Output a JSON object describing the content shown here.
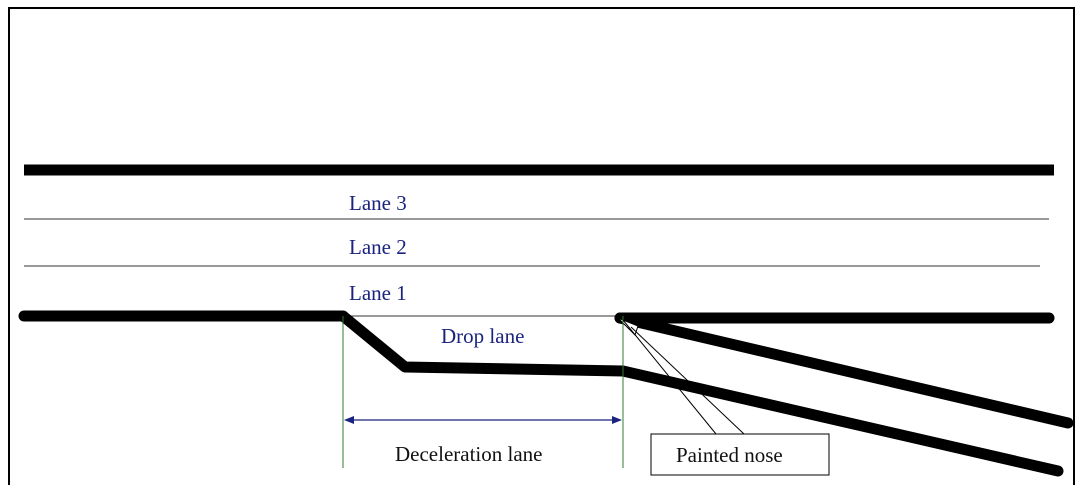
{
  "labels": {
    "lane3": "Lane 3",
    "lane2": "Lane 2",
    "lane1": "Lane 1",
    "drop_lane": "Drop lane",
    "deceleration_lane": "Deceleration lane",
    "painted_nose": "Painted nose"
  },
  "colors": {
    "road_edge": "#000000",
    "lane_line": "#333333",
    "lane_label": "#1a237e",
    "guide_line": "#2e7d32",
    "dimension_arrow": "#1a237e"
  }
}
